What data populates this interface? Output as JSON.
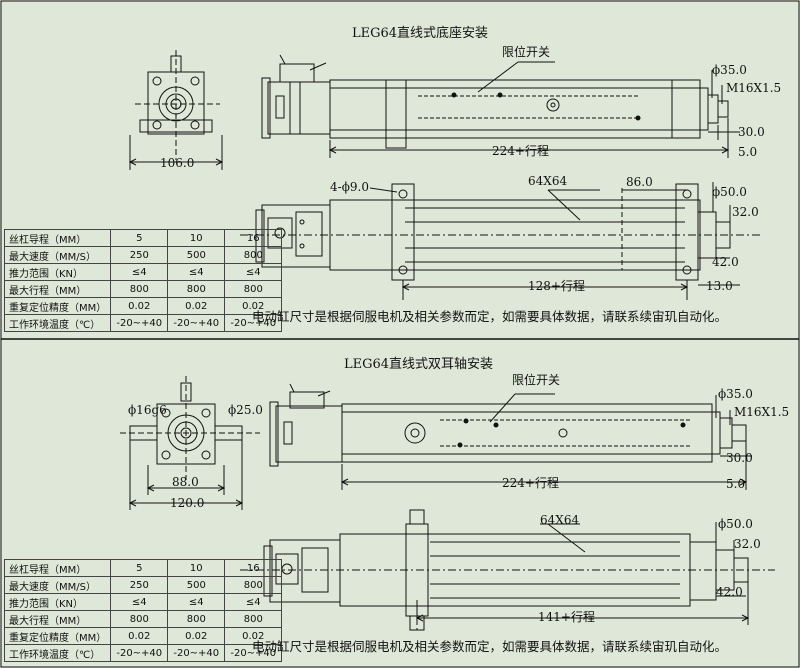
{
  "sections": [
    {
      "title": "LEG64直线式底座安装",
      "labels": {
        "limit_switch": "限位开关",
        "dia35": "ϕ35.0",
        "m16": "M16X1.5",
        "d30": "30.0",
        "d5": "5.0",
        "stroke224": "224+行程",
        "w106": "106.0",
        "holes": "4-ϕ9.0",
        "prof64": "64X64",
        "d86": "86.0",
        "dia50": "ϕ50.0",
        "d32": "32.0",
        "d42": "42.0",
        "stroke128": "128+行程",
        "d13": "13.0"
      },
      "table": [
        [
          "丝杠导程（MM）",
          "5",
          "10",
          "16"
        ],
        [
          "最大速度（MM/S）",
          "250",
          "500",
          "800"
        ],
        [
          "推力范围（KN）",
          "≤4",
          "≤4",
          "≤4"
        ],
        [
          "最大行程（MM）",
          "800",
          "800",
          "800"
        ],
        [
          "重复定位精度（MM）",
          "0.02",
          "0.02",
          "0.02"
        ],
        [
          "工作环境温度（℃）",
          "-20~+40",
          "-20~+40",
          "-20~+40"
        ]
      ],
      "note": "电动缸尺寸是根据伺服电机及相关参数而定，如需要具体数据，请联系续宙玑自动化。"
    },
    {
      "title": "LEG64直线式双耳轴安装",
      "labels": {
        "limit_switch": "限位开关",
        "dia16": "ϕ16g6",
        "dia25": "ϕ25.0",
        "dia35": "ϕ35.0",
        "m16": "M16X1.5",
        "d30": "30.0",
        "d5": "5.0",
        "stroke224": "224+行程",
        "w88": "88.0",
        "w120": "120.0",
        "prof64": "64X64",
        "dia50": "ϕ50.0",
        "d32": "32.0",
        "d42": "42.0",
        "stroke141": "141+行程"
      },
      "table": [
        [
          "丝杠导程（MM）",
          "5",
          "10",
          "16"
        ],
        [
          "最大速度（MM/S）",
          "250",
          "500",
          "800"
        ],
        [
          "推力范围（KN）",
          "≤4",
          "≤4",
          "≤4"
        ],
        [
          "最大行程（MM）",
          "800",
          "800",
          "800"
        ],
        [
          "重复定位精度（MM）",
          "0.02",
          "0.02",
          "0.02"
        ],
        [
          "工作环境温度（℃）",
          "-20~+40",
          "-20~+40",
          "-20~+40"
        ]
      ],
      "note": "电动缸尺寸是根据伺服电机及相关参数而定，如需要具体数据，请联系续宙玑自动化。"
    }
  ],
  "colors": {
    "background": "#dfe8d8",
    "line": "#111111"
  }
}
